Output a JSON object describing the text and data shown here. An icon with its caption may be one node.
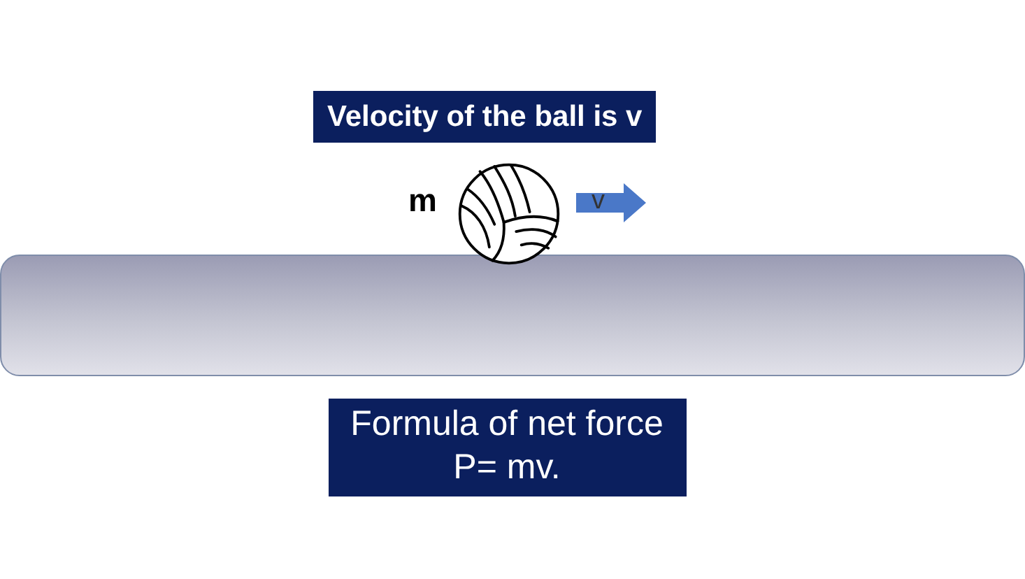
{
  "diagram": {
    "nodes": [
      {
        "text": [
          "Velocity of the ball is v"
        ]
      },
      {
        "text": [
          "Formula of net force P= mv."
        ]
      }
    ],
    "labels": [
      "m",
      "v"
    ]
  }
}
